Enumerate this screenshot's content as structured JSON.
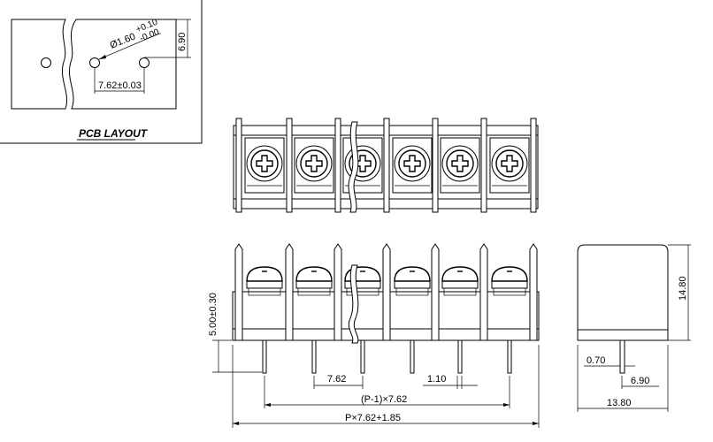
{
  "pcb_layout": {
    "title": "PCB LAYOUT",
    "hole_diameter": "Ø1.60",
    "hole_tol_plus": "+0.10",
    "hole_tol_minus": "-0.00",
    "pitch": "7.62±0.03",
    "row_offset": "6.90"
  },
  "front_view": {
    "pin_height": "5.00±0.30",
    "pitch": "7.62",
    "pin_width": "1.10",
    "span_between_end_pins": "(P-1)×7.62",
    "overall_length": "P×7.62+1.85"
  },
  "side_view": {
    "height": "14.80",
    "pin_thickness": "0.70",
    "pin_offset": "6.90",
    "depth": "13.80"
  }
}
